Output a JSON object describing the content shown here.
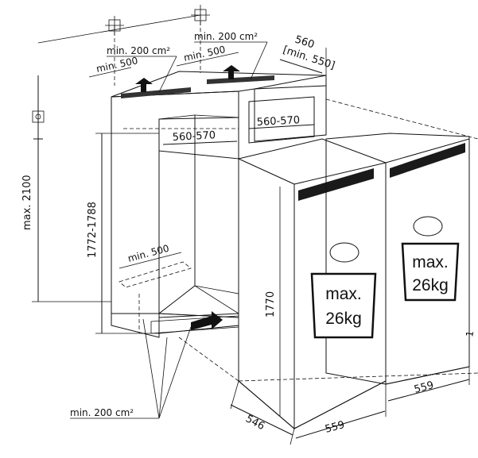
{
  "labels": {
    "vent_area_top_left": "min. 200 cm²",
    "vent_area_top_right": "min. 200 cm²",
    "vent_area_bottom": "min. 200 cm²",
    "vent_depth_top_left": "min. 500",
    "vent_depth_top_right": "min. 500",
    "vent_depth_bottom": "min. 500",
    "niche_depth": "560",
    "niche_depth_min": "[min. 550]",
    "total_height": "max. 2100",
    "niche_height": "1772-1788",
    "niche_width_left": "560-570",
    "niche_width_right": "560-570",
    "appliance_height": "1770",
    "appliance_depth": "546",
    "appliance_width_left": "559",
    "appliance_width_right": "559",
    "partial_dim": "1"
  },
  "weight_signs": [
    {
      "line1": "max.",
      "line2": "26kg"
    },
    {
      "line1": "max.",
      "line2": "26kg"
    }
  ],
  "icons": [
    "crosshair-marker-icon",
    "power-socket-icon",
    "power-plug-icon",
    "weight-icon",
    "arrow-icon"
  ]
}
